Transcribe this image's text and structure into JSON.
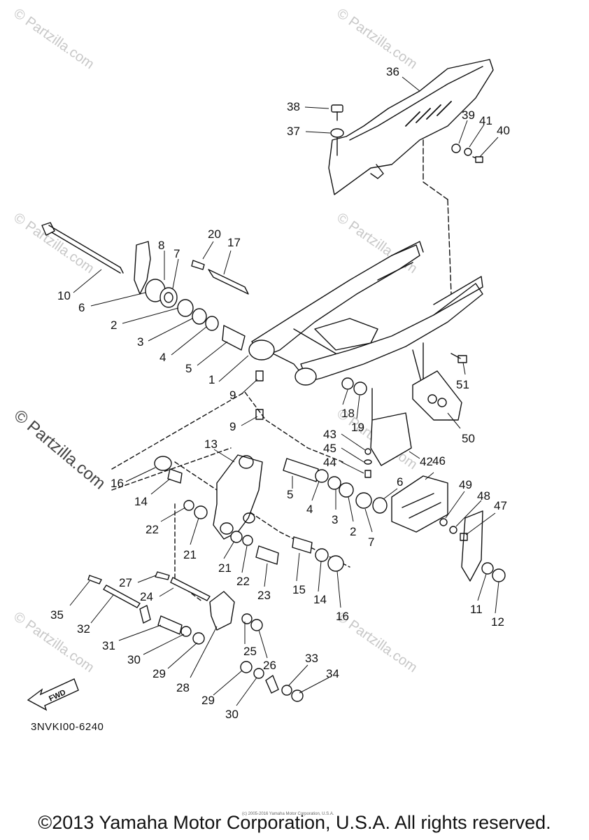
{
  "watermarks": {
    "small": "© Partzilla.com",
    "large": "© Partzilla.com"
  },
  "diagram_code": "3NVKI00-6240",
  "fwd_label": "FWD",
  "copyright": "©2013 Yamaha Motor Corporation, U.S.A. All rights reserved.",
  "tiny_copyright": "(c) 2005-2016 Yamaha Motor Corporation, U.S.A.",
  "callouts": [
    "36",
    "38",
    "37",
    "39",
    "41",
    "40",
    "10",
    "20",
    "17",
    "8",
    "7",
    "6",
    "2",
    "3",
    "4",
    "5",
    "1",
    "9",
    "9",
    "51",
    "18",
    "19",
    "50",
    "43",
    "45",
    "44",
    "42",
    "13",
    "16",
    "14",
    "22",
    "21",
    "21",
    "22",
    "23",
    "15",
    "14",
    "16",
    "5",
    "4",
    "3",
    "2",
    "6",
    "7",
    "46",
    "49",
    "48",
    "47",
    "11",
    "12",
    "27",
    "35",
    "24",
    "32",
    "31",
    "30",
    "29",
    "28",
    "25",
    "26",
    "33",
    "34",
    "29",
    "30"
  ]
}
